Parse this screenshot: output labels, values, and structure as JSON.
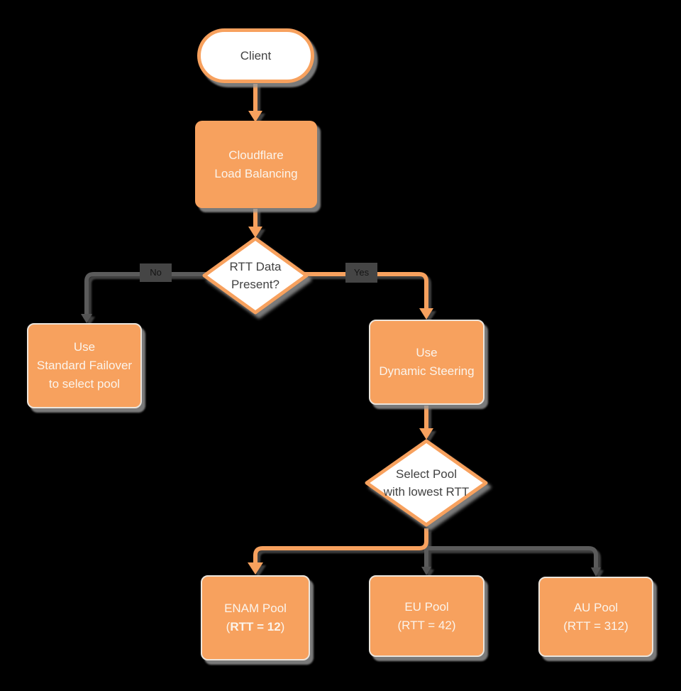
{
  "title": "Cloudflare Load Balancing flowchart",
  "colors": {
    "background": "#000000",
    "node_orange": "#f7a15e",
    "connector_gray": "#5b5b5b",
    "node_white_fill": "#ffffff",
    "text_on_orange": "#fbf4ec",
    "text_dark": "#424242",
    "shadow_gray": "#999999"
  },
  "nodes": {
    "client": {
      "label": "Client"
    },
    "load_balancer": {
      "line1": "Cloudflare",
      "line2": "Load Balancing"
    },
    "rtt_decision": {
      "line1": "RTT Data",
      "line2": "Present?"
    },
    "standard_failover": {
      "line1": "Use",
      "line2": "Standard Failover",
      "line3": "to select pool"
    },
    "dynamic_steering": {
      "line1": "Use",
      "line2": "Dynamic Steering"
    },
    "pool_decision": {
      "line1": "Select Pool",
      "line2": "with lowest RTT"
    },
    "enam_pool": {
      "line1": "ENAM Pool",
      "l2_open": "(",
      "l2_bold": "RTT = 12",
      "l2_close": ")"
    },
    "eu_pool": {
      "line1": "EU Pool",
      "line2": "(RTT = 42)"
    },
    "au_pool": {
      "line1": "AU Pool",
      "line2": "(RTT = 312)"
    }
  },
  "edge_labels": {
    "no": "No",
    "yes": "Yes"
  }
}
